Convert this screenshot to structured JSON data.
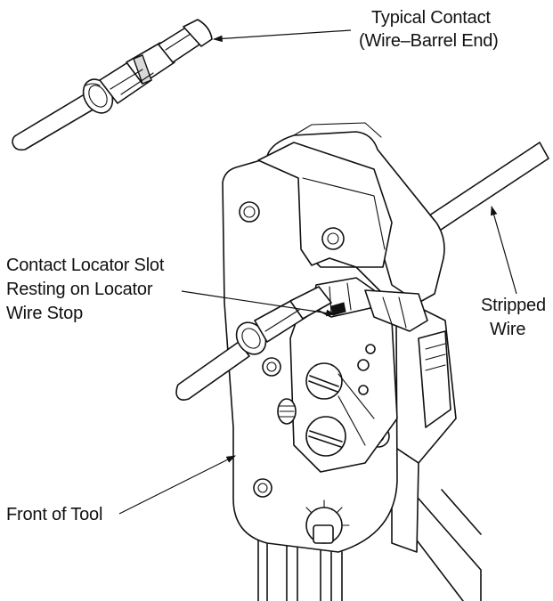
{
  "labels": {
    "typical_contact_line1": "Typical Contact",
    "typical_contact_line2": "(Wire–Barrel End)",
    "locator_line1": "Contact Locator Slot",
    "locator_line2": "Resting on Locator",
    "locator_line3": "Wire Stop",
    "stripped_line1": "Stripped",
    "stripped_line2": "Wire",
    "front_of_tool": "Front of Tool"
  },
  "icons": [
    "contact-drawing",
    "crimp-tool-drawing",
    "stripped-wire",
    "leader-arrow"
  ]
}
